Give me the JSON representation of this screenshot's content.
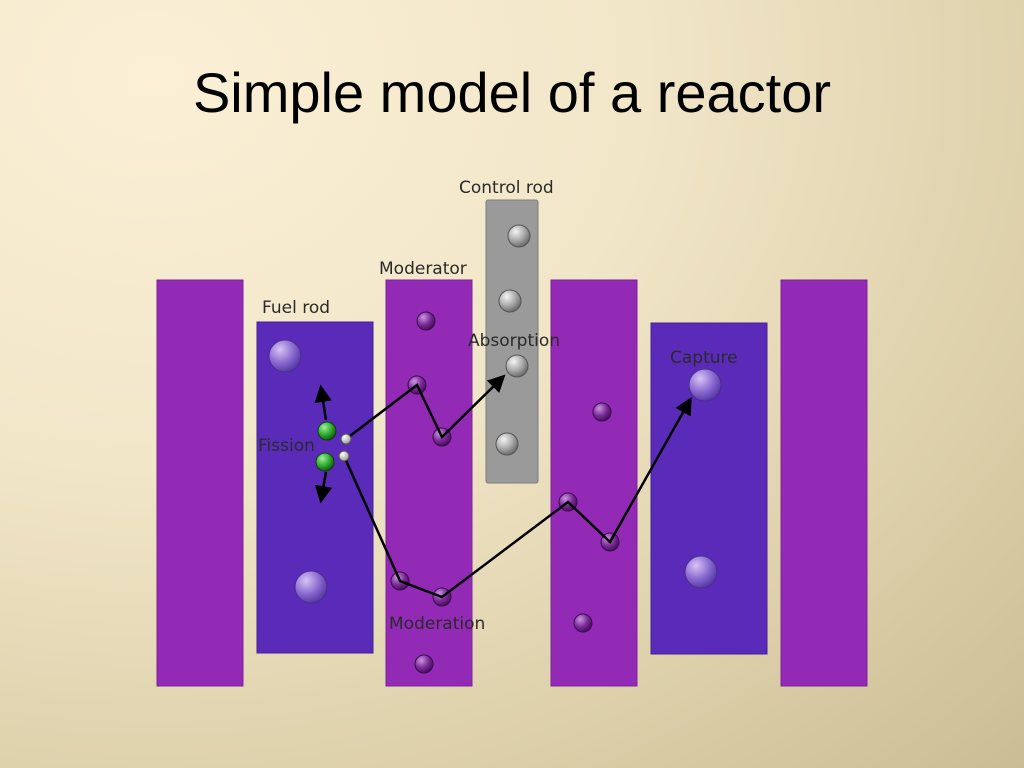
{
  "slide": {
    "title": "Simple model of a reactor"
  },
  "labels": {
    "control_rod": "Control rod",
    "moderator": "Moderator",
    "fuel_rod": "Fuel rod",
    "absorption": "Absorption",
    "capture": "Capture",
    "fission": "Fission",
    "moderation": "Moderation"
  },
  "colors": {
    "moderator": "#922ab6",
    "fuel": "#5a2bb8",
    "control_rod": "#9a9a9a",
    "fission_fragment": "#2eaa2e",
    "path": "#000000"
  }
}
